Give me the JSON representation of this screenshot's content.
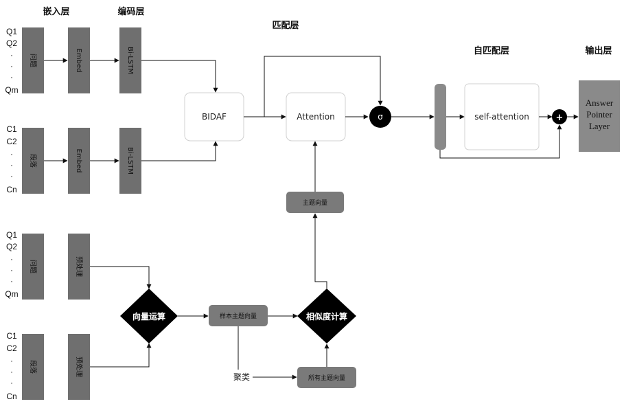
{
  "headers": {
    "embed": "嵌入层",
    "encode": "编码层",
    "match": "匹配层",
    "self_match": "自匹配层",
    "output": "输出层"
  },
  "sequences": {
    "question_top": [
      "Q1",
      "Q2",
      "·",
      "·",
      "·",
      "Qm"
    ],
    "context_top": [
      "C1",
      "C2",
      "·",
      "·",
      "·",
      "Cn"
    ],
    "question_bottom": [
      "Q1",
      "Q2",
      "·",
      "·",
      "·",
      "Qm"
    ],
    "context_bottom": [
      "C1",
      "C2",
      "·",
      "·",
      "·",
      "Cn"
    ]
  },
  "blocks": {
    "question": "问题",
    "context": "段落",
    "embed": "Embed",
    "bilstm": "Bi-LSTM",
    "preprocess": "预处理"
  },
  "nodes": {
    "bidaf": "BIDAF",
    "attention": "Attention",
    "sigma": "σ",
    "self_attention": "self-attention",
    "plus": "+",
    "answer_line1": "Answer",
    "answer_line2": "Pointer",
    "answer_line3": "Layer",
    "topic_vector": "主题向量",
    "vector_op": "向量运算",
    "sample_topic_vector": "样本主题向量",
    "similarity": "相似度计算",
    "all_topic_vectors": "所有主题向量",
    "cluster": "聚类"
  },
  "colors": {
    "block_gray": "#6f6f6f",
    "answer_gray": "#8a8a8a",
    "rounded_gray": "#7a7a7a",
    "diamond": "#000000",
    "box_border": "#d0d0d0"
  }
}
